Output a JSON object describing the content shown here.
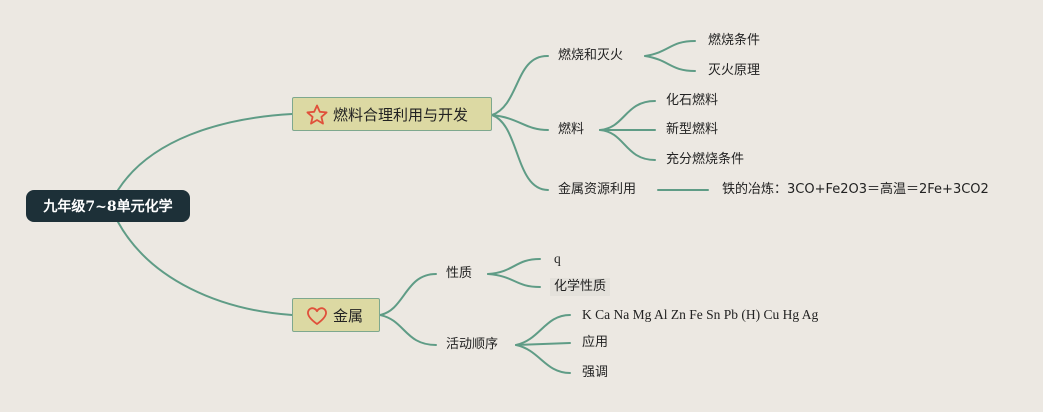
{
  "root": {
    "label": "九年级7~8单元化学"
  },
  "branches": [
    {
      "label": "燃料合理利用与开发",
      "icon": "star-icon",
      "children": [
        {
          "label": "燃烧和灭火",
          "children": [
            "燃烧条件",
            "灭火原理"
          ]
        },
        {
          "label": "燃料",
          "children": [
            "化石燃料",
            "新型燃料",
            "充分燃烧条件"
          ]
        },
        {
          "label": "金属资源利用",
          "children": [
            "铁的冶炼：3CO+Fe2O3＝高温＝2Fe+3CO2"
          ]
        }
      ]
    },
    {
      "label": "金属",
      "icon": "heart-icon",
      "children": [
        {
          "label": "性质",
          "children": [
            "q",
            "化学性质"
          ]
        },
        {
          "label": "活动顺序",
          "children": [
            "K Ca Na Mg Al Zn Fe Sn Pb (H) Cu Hg Ag",
            "应用",
            "强调"
          ]
        }
      ]
    }
  ],
  "colors": {
    "background": "#ece8e2",
    "root": "#1d3038",
    "main_topic": "#dcd9a3",
    "connector": "#5f9c86",
    "icon": "#e0503a"
  }
}
